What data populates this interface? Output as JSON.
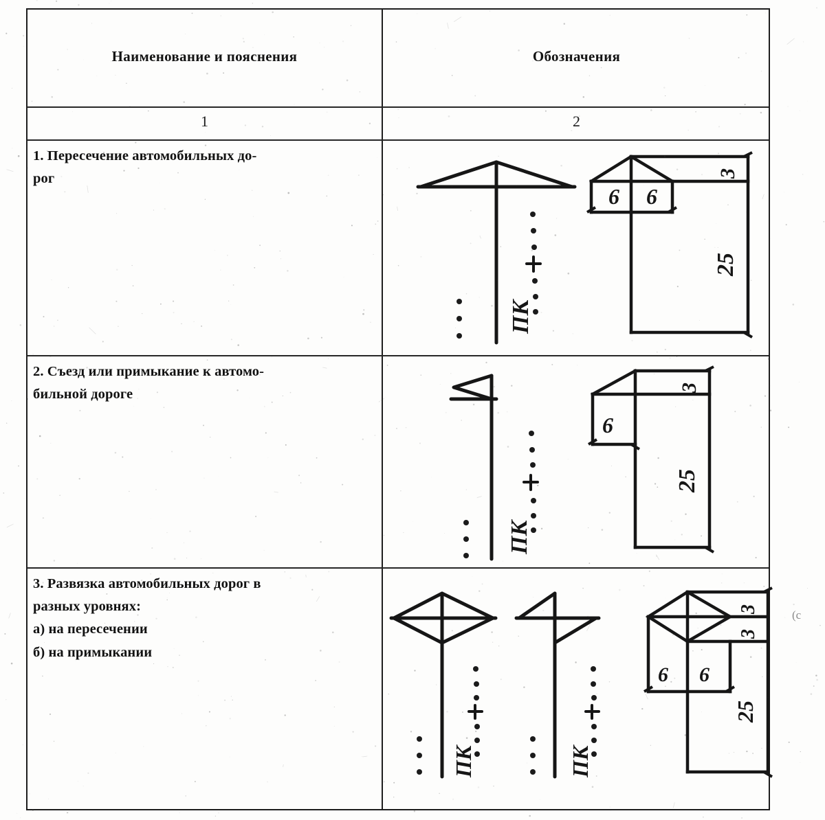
{
  "document": {
    "type": "scanned-table",
    "language": "ru",
    "paper_color": "#fdfdfc",
    "ink_color": "#171717"
  },
  "table": {
    "headers": [
      {
        "label": "Наименование и пояснения"
      },
      {
        "label": "Обозначения"
      }
    ],
    "column_numbers": [
      "1",
      "2"
    ],
    "rows": [
      {
        "id": "row-1",
        "description_lines": [
          "1. Пересечение автомобильных до-",
          "рог"
        ],
        "symbols": [
          {
            "name": "crossing-arrow-symbol",
            "label": "ПК",
            "plus": "+"
          }
        ],
        "dimensions": {
          "top_right": "3",
          "left_box": "6",
          "right_box": "6",
          "vertical": "25"
        }
      },
      {
        "id": "row-2",
        "description_lines": [
          "2. Съезд или примыкание к автомо-",
          "бильной дороге"
        ],
        "symbols": [
          {
            "name": "junction-flag-symbol",
            "label": "ПК",
            "plus": "+"
          }
        ],
        "dimensions": {
          "top_right": "3",
          "left_box": "6",
          "vertical": "25"
        }
      },
      {
        "id": "row-3",
        "description_lines": [
          "3. Развязка автомобильных дорог в",
          "разных уровнях:",
          "а) на пересечении",
          "б) на примыкании"
        ],
        "symbols": [
          {
            "name": "interchange-rhombus-symbol",
            "label": "ПК",
            "plus": "+"
          },
          {
            "name": "interchange-flag-symbol",
            "label": "ПК",
            "plus": "+"
          }
        ],
        "dimensions": {
          "top_right_1": "3",
          "top_right_2": "3",
          "left_box": "6",
          "right_box": "6",
          "vertical": "25"
        }
      }
    ]
  },
  "margin_marks": {
    "right_annotation": "(c"
  }
}
